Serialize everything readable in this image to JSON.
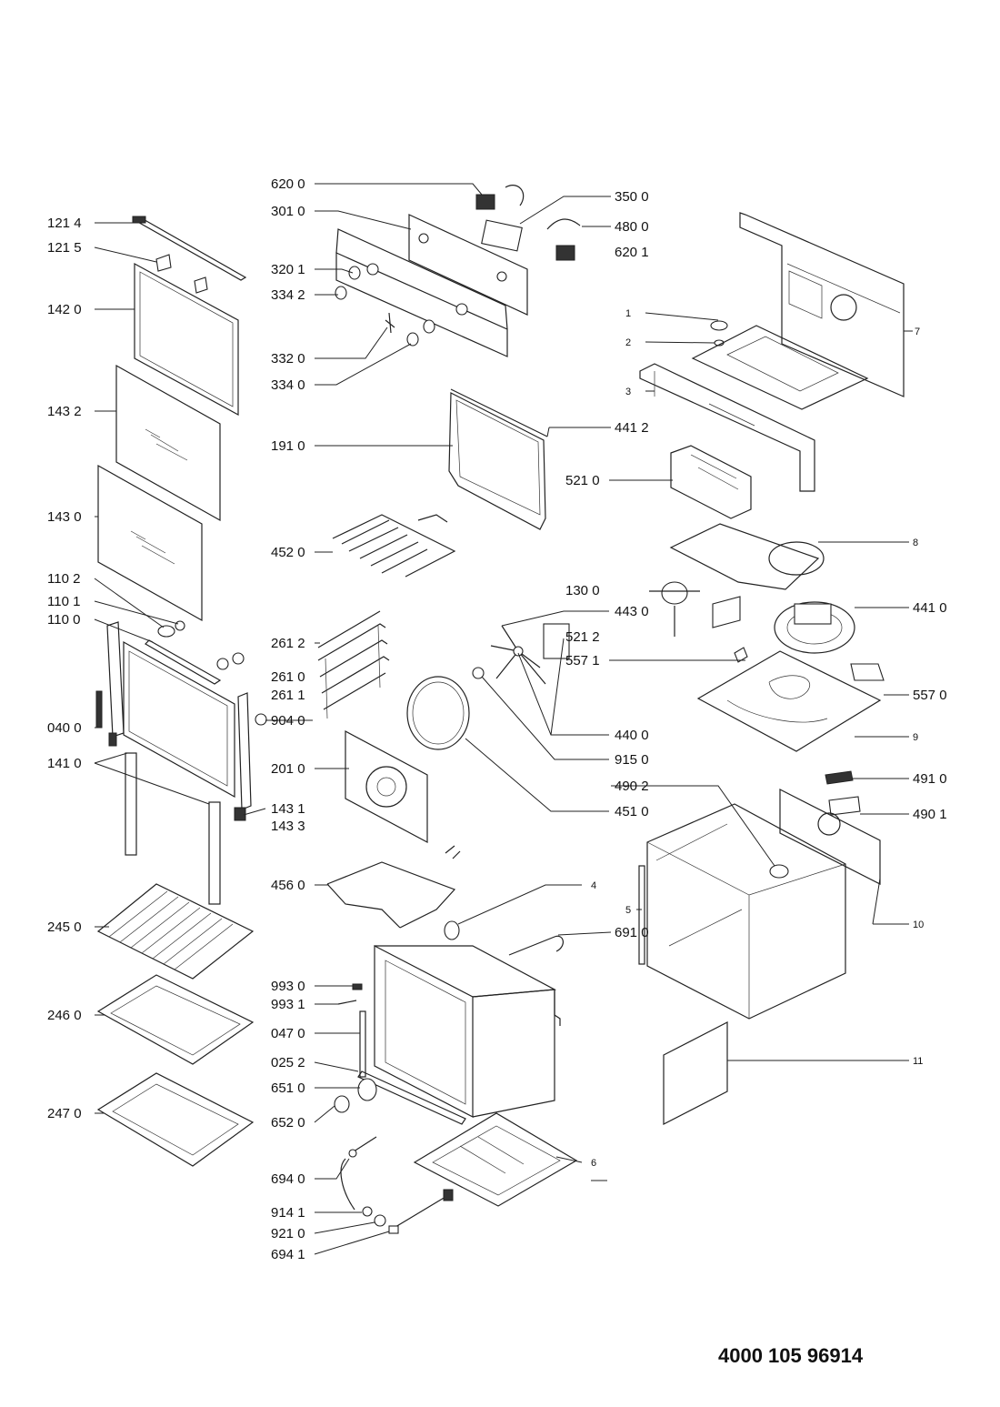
{
  "labels": {
    "l121_4": "121 4",
    "l121_5": "121 5",
    "l142_0": "142 0",
    "l143_2": "143 2",
    "l143_0": "143 0",
    "l110_2": "110 2",
    "l110_1": "110 1",
    "l110_0": "110 0",
    "l040_0": "040 0",
    "l141_0": "141 0",
    "l245_0": "245 0",
    "l246_0": "246 0",
    "l247_0": "247 0",
    "l620_0": "620 0",
    "l301_0": "301 0",
    "l320_1": "320 1",
    "l334_2": "334 2",
    "l332_0": "332 0",
    "l334_0": "334 0",
    "l191_0": "191 0",
    "l452_0": "452 0",
    "l261_2": "261 2",
    "l261_0": "261 0",
    "l261_1": "261 1",
    "l904_0": "904 0",
    "l201_0": "201 0",
    "l143_1": "143 1",
    "l143_3": "143 3",
    "l456_0": "456 0",
    "l993_0": "993 0",
    "l993_1": "993 1",
    "l047_0": "047 0",
    "l025_2": "025 2",
    "l651_0": "651 0",
    "l652_0": "652 0",
    "l694_0": "694 0",
    "l914_1": "914 1",
    "l921_0": "921 0",
    "l694_1": "694 1",
    "l350_0": "350 0",
    "l480_0": "480 0",
    "l620_1": "620 1",
    "l441_2": "441 2",
    "l521_0": "521 0",
    "l130_0": "130 0",
    "l443_0": "443 0",
    "l521_2": "521 2",
    "l557_1": "557 1",
    "l440_0": "440 0",
    "l915_0": "915 0",
    "l451_0": "451 0",
    "l490_2": "490 2",
    "l4": "4",
    "l691_0": "691 0",
    "l6": "6",
    "l1": "1",
    "l2": "2",
    "l3": "3",
    "l7": "7",
    "l8": "8",
    "l441_0": "441 0",
    "l557_0": "557 0",
    "l9": "9",
    "l491_0": "491 0",
    "l490_1": "490 1",
    "l5": "5",
    "l10": "10",
    "l11": "11"
  },
  "document_number": "4000 105 96914"
}
